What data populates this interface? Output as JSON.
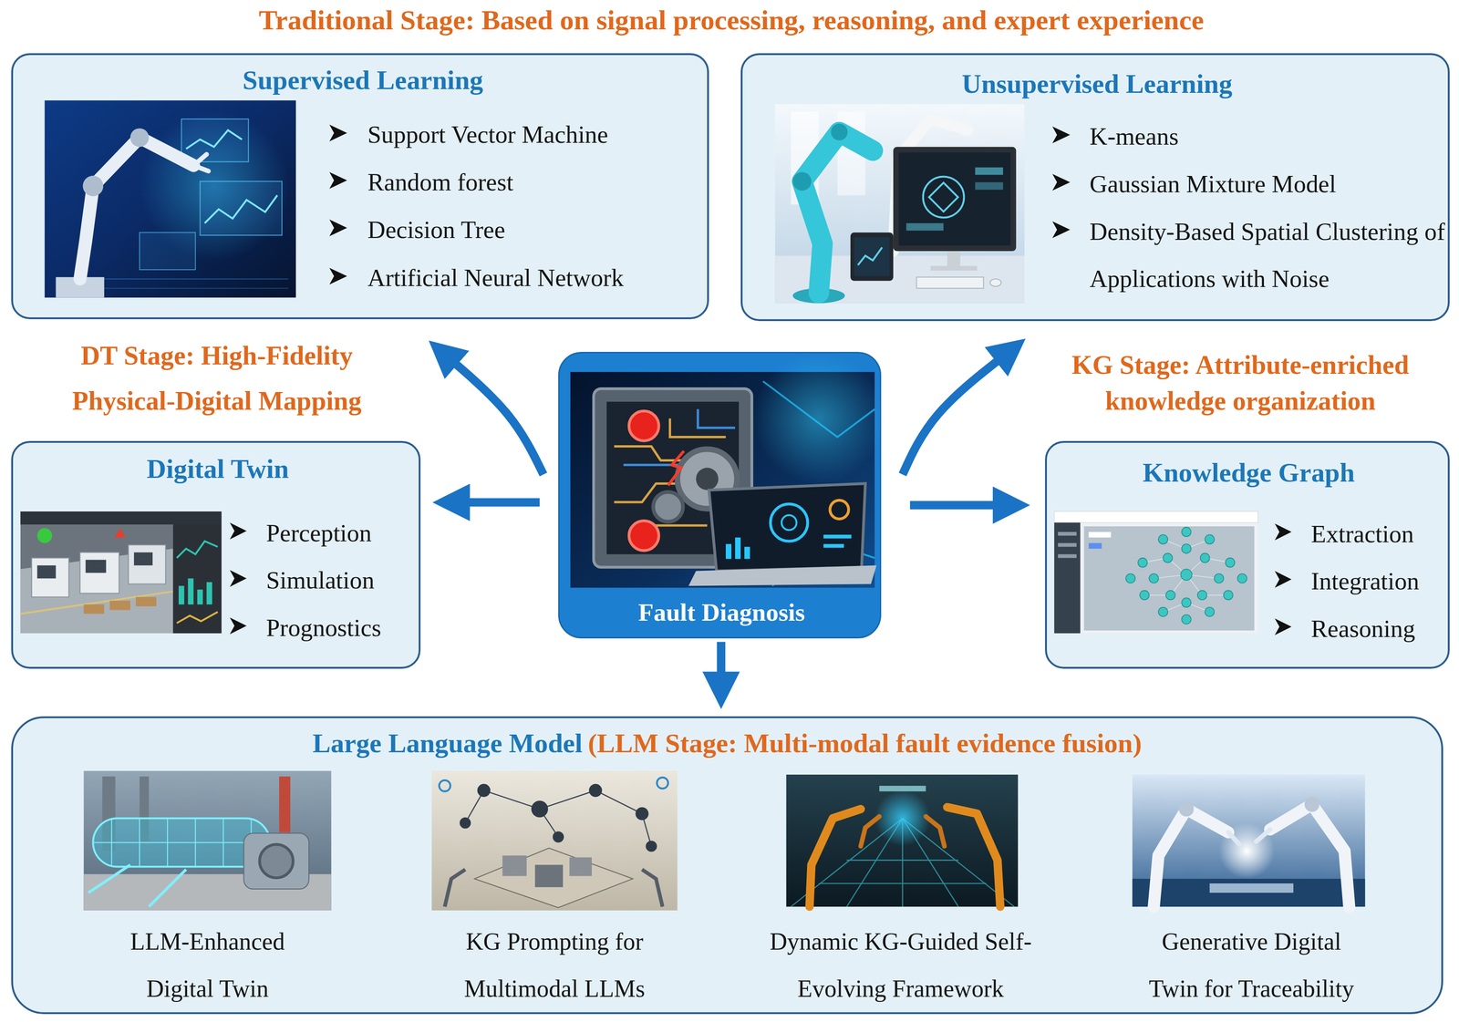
{
  "diagram": {
    "nodes": [
      {
        "text": [
          "Supervised Learning",
          "Support Vector Machine",
          "Random forest",
          "Decision Tree",
          "Artificial Neural Network"
        ]
      },
      {
        "text": [
          "Unsupervised Learning",
          "K-means",
          "Gaussian Mixture Model",
          "Density-Based Spatial Clustering of Applications with Noise"
        ]
      },
      {
        "text": [
          "Digital Twin",
          "Perception",
          "Simulation",
          "Prognostics"
        ]
      },
      {
        "text": [
          "Fault Diagnosis"
        ]
      },
      {
        "text": [
          "Knowledge Graph",
          "Extraction",
          "Integration",
          "Reasoning"
        ]
      },
      {
        "text": [
          "Large Language Model",
          "(LLM Stage: Multi-modal fault evidence fusion)"
        ]
      }
    ],
    "edges": [
      {
        "from": 3,
        "to": 0,
        "arrow": "to"
      },
      {
        "from": 3,
        "to": 1,
        "arrow": "to"
      },
      {
        "from": 3,
        "to": 2,
        "arrow": "to"
      },
      {
        "from": 3,
        "to": 4,
        "arrow": "to"
      },
      {
        "from": 3,
        "to": 5,
        "arrow": "to"
      }
    ],
    "labels": [
      "Traditional Stage: Based on signal processing, reasoning, and expert experience",
      "DT Stage: High-Fidelity Physical-Digital Mapping",
      "KG Stage: Attribute-enriched knowledge organization",
      "LLM-Enhanced Digital Twin",
      "KG Prompting for Multimodal LLMs",
      "Dynamic KG-Guided Self-Evolving Framework",
      "Generative Digital Twin for Traceability"
    ]
  }
}
